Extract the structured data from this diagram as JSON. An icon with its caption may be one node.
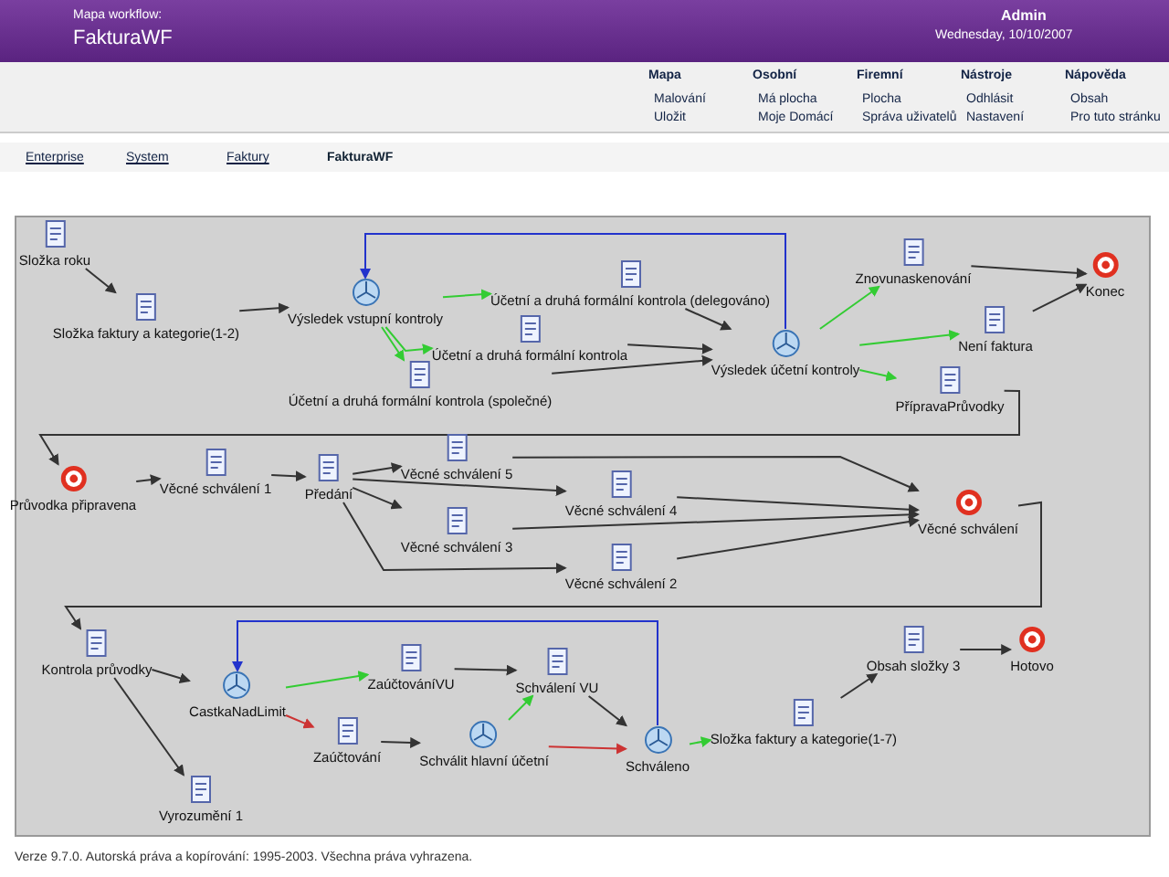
{
  "diagram": {
    "title": "FakturaWF",
    "caption": "Verze 9.7.0. Autorská práva a kopírování: 1995-2003. Všechna práva vyhrazena.",
    "nodes": [
      {
        "text": [
          "Složka roku"
        ]
      },
      {
        "text": [
          "Složka faktury a kategorie(1-2)"
        ]
      },
      {
        "text": [
          "Výsledek vstupní kontroly"
        ]
      },
      {
        "text": [
          "Účetní a druhá formální kontrola (delegováno)"
        ]
      },
      {
        "text": [
          "Účetní a druhá formální kontrola"
        ]
      },
      {
        "text": [
          "Účetní a druhá formální kontrola (společné)"
        ]
      },
      {
        "text": [
          "Výsledek účetní kontroly"
        ]
      },
      {
        "text": [
          "Znovunaskenování"
        ]
      },
      {
        "text": [
          "Není faktura"
        ]
      },
      {
        "text": [
          "PřípravaPrůvodky"
        ]
      },
      {
        "text": [
          "Konec"
        ]
      },
      {
        "text": [
          "Průvodka připravena"
        ]
      },
      {
        "text": [
          "Věcné schválení 1"
        ]
      },
      {
        "text": [
          "Předání"
        ]
      },
      {
        "text": [
          "Věcné schválení 5"
        ]
      },
      {
        "text": [
          "Věcné schválení 4"
        ]
      },
      {
        "text": [
          "Věcné schválení 3"
        ]
      },
      {
        "text": [
          "Věcné schválení 2"
        ]
      },
      {
        "text": [
          "Věcné schválení"
        ]
      },
      {
        "text": [
          "Kontrola průvodky"
        ]
      },
      {
        "text": [
          "CastkaNadLimit"
        ]
      },
      {
        "text": [
          "ZaúčtováníVU"
        ]
      },
      {
        "text": [
          "Zaúčtování"
        ]
      },
      {
        "text": [
          "Schválit hlavní účetní"
        ]
      },
      {
        "text": [
          "Schválení VU"
        ]
      },
      {
        "text": [
          "Schváleno"
        ]
      },
      {
        "text": [
          "Vyrozumění 1"
        ]
      },
      {
        "text": [
          "Složka faktury a kategorie(1-7)"
        ]
      },
      {
        "text": [
          "Obsah složky 3"
        ]
      },
      {
        "text": [
          "Hotovo"
        ]
      }
    ],
    "edges": [
      {
        "from": 0,
        "to": 1,
        "arrow": "to"
      },
      {
        "from": 1,
        "to": 2,
        "arrow": "to"
      },
      {
        "from": 2,
        "to": 3,
        "arrow": "to",
        "color": "#33cc33"
      },
      {
        "from": 2,
        "to": 4,
        "arrow": "to",
        "color": "#33cc33"
      },
      {
        "from": 2,
        "to": 5,
        "arrow": "to",
        "color": "#33cc33"
      },
      {
        "from": 3,
        "to": 6,
        "arrow": "to"
      },
      {
        "from": 4,
        "to": 6,
        "arrow": "to"
      },
      {
        "from": 5,
        "to": 6,
        "arrow": "to"
      },
      {
        "from": 6,
        "to": 2,
        "arrow": "to",
        "color": "#2233cc"
      },
      {
        "from": 6,
        "to": 7,
        "arrow": "to",
        "color": "#33cc33"
      },
      {
        "from": 6,
        "to": 8,
        "arrow": "to",
        "color": "#33cc33"
      },
      {
        "from": 6,
        "to": 9,
        "arrow": "to",
        "color": "#33cc33"
      },
      {
        "from": 7,
        "to": 10,
        "arrow": "to"
      },
      {
        "from": 8,
        "to": 10,
        "arrow": "to"
      },
      {
        "from": 9,
        "to": 11,
        "arrow": "to"
      },
      {
        "from": 11,
        "to": 12,
        "arrow": "to"
      },
      {
        "from": 12,
        "to": 13,
        "arrow": "to"
      },
      {
        "from": 13,
        "to": 14,
        "arrow": "to"
      },
      {
        "from": 13,
        "to": 15,
        "arrow": "to"
      },
      {
        "from": 13,
        "to": 16,
        "arrow": "to"
      },
      {
        "from": 13,
        "to": 17,
        "arrow": "to"
      },
      {
        "from": 14,
        "to": 18,
        "arrow": "to"
      },
      {
        "from": 15,
        "to": 18,
        "arrow": "to"
      },
      {
        "from": 16,
        "to": 18,
        "arrow": "to"
      },
      {
        "from": 17,
        "to": 18,
        "arrow": "to"
      },
      {
        "from": 18,
        "to": 19,
        "arrow": "to"
      },
      {
        "from": 19,
        "to": 20,
        "arrow": "to"
      },
      {
        "from": 19,
        "to": 26,
        "arrow": "to"
      },
      {
        "from": 20,
        "to": 21,
        "arrow": "to",
        "color": "#33cc33"
      },
      {
        "from": 20,
        "to": 22,
        "arrow": "to",
        "color": "#cc3333"
      },
      {
        "from": 21,
        "to": 24,
        "arrow": "to"
      },
      {
        "from": 22,
        "to": 23,
        "arrow": "to"
      },
      {
        "from": 23,
        "to": 24,
        "arrow": "to",
        "color": "#33cc33"
      },
      {
        "from": 23,
        "to": 25,
        "arrow": "to",
        "color": "#cc3333"
      },
      {
        "from": 24,
        "to": 25,
        "arrow": "to"
      },
      {
        "from": 25,
        "to": 20,
        "arrow": "to",
        "color": "#2233cc"
      },
      {
        "from": 25,
        "to": 27,
        "arrow": "to",
        "color": "#33cc33"
      },
      {
        "from": 27,
        "to": 28,
        "arrow": "to"
      },
      {
        "from": 28,
        "to": 29,
        "arrow": "to"
      }
    ],
    "labels": [
      "Mapa workflow:",
      "Admin",
      "Wednesday, 10/10/2007",
      "Mapa",
      "Osobní",
      "Firemní",
      "Nástroje",
      "Nápověda",
      "Malování",
      "Uložit",
      "Má plocha",
      "Moje Domácí",
      "Plocha",
      "Správa uživatelů",
      "Odhlásit",
      "Nastavení",
      "Obsah",
      "Pro tuto stránku",
      "Enterprise",
      "System",
      "Faktury",
      "FakturaWF"
    ]
  }
}
